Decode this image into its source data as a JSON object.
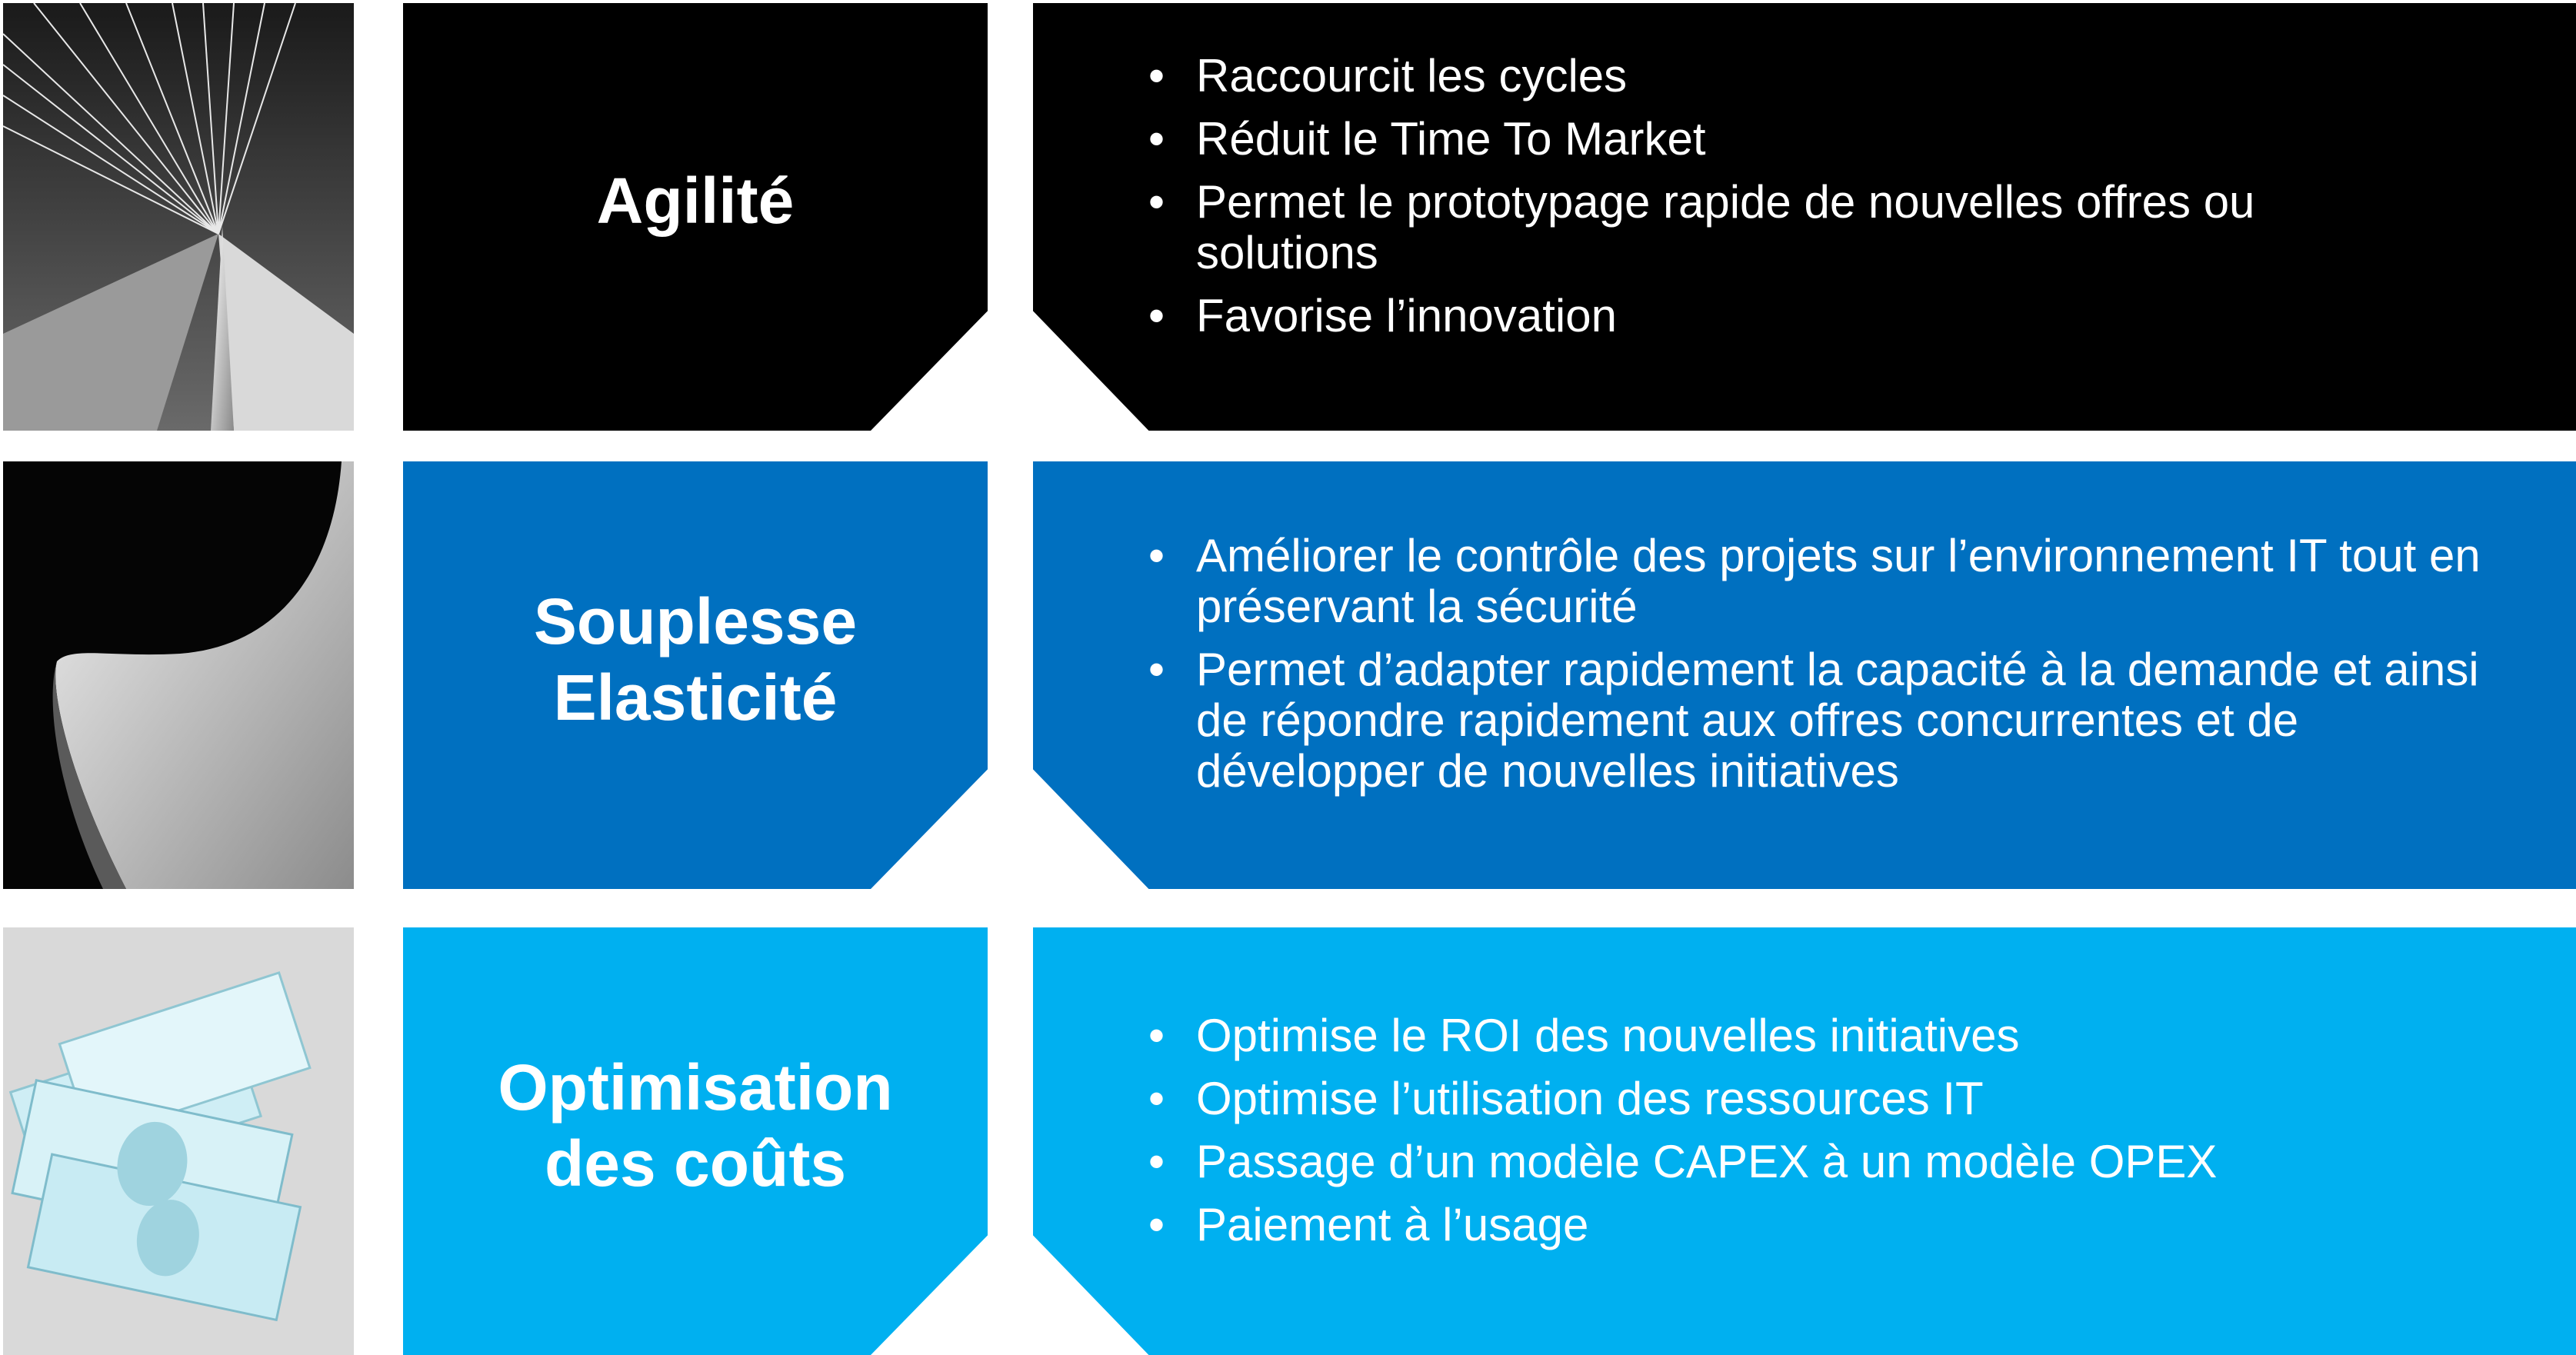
{
  "colors": {
    "row1": "#000000",
    "row2": "#0070c0",
    "row3": "#00b0f0"
  },
  "rows": [
    {
      "title_lines": [
        "Agilité"
      ],
      "image": "bridge-cables-photo",
      "bullets": [
        "Raccourcit les cycles",
        "Réduit le Time To Market",
        "Permet le prototypage rapide de nouvelles offres ou solutions",
        "Favorise l’innovation"
      ]
    },
    {
      "title_lines": [
        "Souplesse",
        "Elasticité"
      ],
      "image": "curved-architecture-photo",
      "bullets": [
        "Améliorer le contrôle des projets sur l’environnement IT tout en préservant la sécurité",
        "Permet d’adapter rapidement la capacité à la demande et ainsi de répondre rapidement aux offres concurrentes et de développer de nouvelles initiatives"
      ]
    },
    {
      "title_lines": [
        "Optimisation",
        "des coûts"
      ],
      "image": "dollar-bills-photo",
      "bullets": [
        "Optimise le ROI des nouvelles initiatives",
        "Optimise l’utilisation des ressources IT",
        "Passage d’un modèle CAPEX à un modèle OPEX",
        "Paiement à l’usage"
      ]
    }
  ]
}
